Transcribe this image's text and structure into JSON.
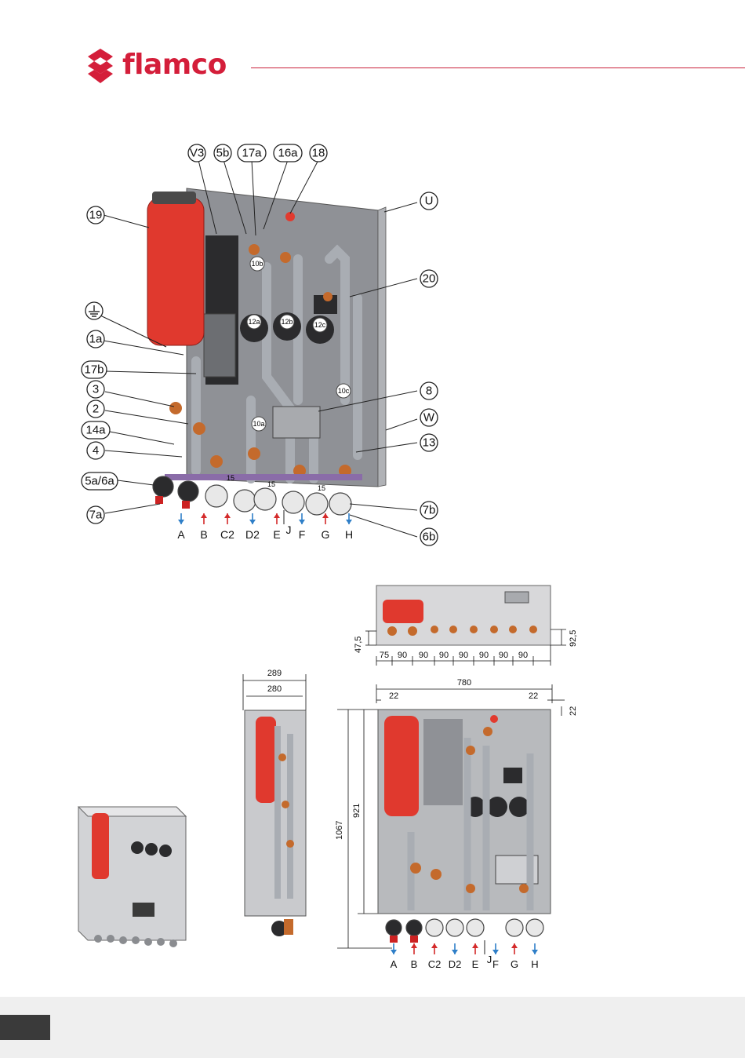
{
  "brand": {
    "name": "flamco",
    "color": "#d41e3a"
  },
  "main_view": {
    "callouts_left": [
      "19",
      "1a",
      "17b",
      "3",
      "2",
      "14a",
      "4",
      "5a/6a",
      "7a"
    ],
    "callouts_top": [
      "V3",
      "5b",
      "17a",
      "16a",
      "18"
    ],
    "callouts_right": [
      "U",
      "20",
      "8",
      "W",
      "13",
      "7b",
      "6b"
    ],
    "inline_labels": [
      "10b",
      "12a",
      "12b",
      "12c",
      "10c",
      "10a",
      "15",
      "15",
      "15"
    ],
    "ports": [
      {
        "label": "A",
        "flow": "out"
      },
      {
        "label": "B",
        "flow": "in"
      },
      {
        "label": "C2",
        "flow": "in"
      },
      {
        "label": "D2",
        "flow": "out"
      },
      {
        "label": "E",
        "flow": "in"
      },
      {
        "label": "J",
        "flow": "none"
      },
      {
        "label": "F",
        "flow": "out"
      },
      {
        "label": "G",
        "flow": "in"
      },
      {
        "label": "H",
        "flow": "out"
      }
    ]
  },
  "top_view": {
    "left_dim": "47,5",
    "right_dim": "92,5",
    "spacings": [
      "75",
      "90",
      "90",
      "90",
      "90",
      "90",
      "90",
      "90"
    ]
  },
  "front_view": {
    "width": "780",
    "margin_left": "22",
    "margin_right": "22",
    "margin_top": "22",
    "height_total": "1067",
    "height_cabinet": "921",
    "ports": [
      {
        "label": "A",
        "flow": "out"
      },
      {
        "label": "B",
        "flow": "in"
      },
      {
        "label": "C2",
        "flow": "in"
      },
      {
        "label": "D2",
        "flow": "out"
      },
      {
        "label": "E",
        "flow": "in"
      },
      {
        "label": "J",
        "flow": "none"
      },
      {
        "label": "F",
        "flow": "out"
      },
      {
        "label": "G",
        "flow": "in"
      },
      {
        "label": "H",
        "flow": "out"
      }
    ]
  },
  "side_view": {
    "depth_outer": "289",
    "depth_inner": "280"
  },
  "colors": {
    "accent_red": "#c9203a",
    "flow_in": "#d42a2a",
    "flow_out": "#2f7fc8",
    "vessel": "#e0392e",
    "panel": "#8f9196"
  }
}
